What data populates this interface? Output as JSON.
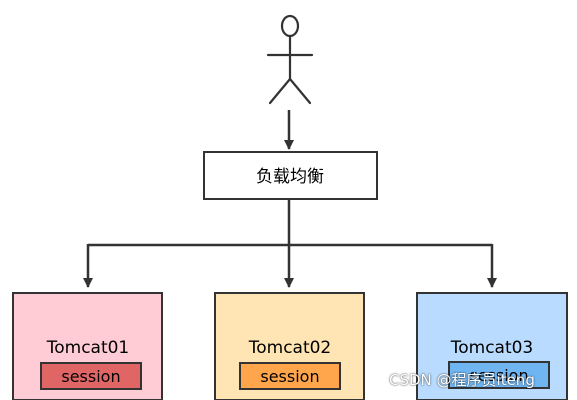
{
  "actor": {
    "icon": "user-stick-figure-icon"
  },
  "load_balancer": {
    "label": "负载均衡"
  },
  "servers": [
    {
      "name": "Tomcat01",
      "session_label": "session",
      "fill": "#ffccd5",
      "session_fill": "#e06666"
    },
    {
      "name": "Tomcat02",
      "session_label": "session",
      "fill": "#ffe5b3",
      "session_fill": "#ffa64d"
    },
    {
      "name": "Tomcat03",
      "session_label": "session",
      "fill": "#b8dbff",
      "session_fill": "#6fb5f2"
    }
  ],
  "colors": {
    "stroke": "#333333"
  },
  "watermark": {
    "text": "CSDN @程序员iteng"
  }
}
